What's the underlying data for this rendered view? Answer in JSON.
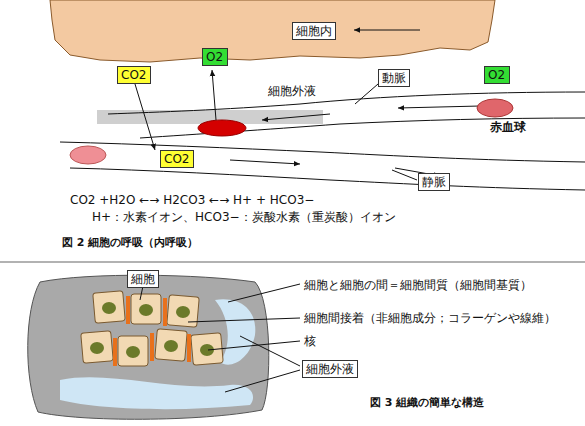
{
  "diagram": {
    "nodes": [
      {
        "text": [
          "細胞内"
        ]
      },
      {
        "text": [
          "CO2"
        ]
      },
      {
        "text": [
          "O2"
        ]
      },
      {
        "text": [
          "動脈"
        ]
      },
      {
        "text": [
          "O2"
        ]
      },
      {
        "text": [
          "CO2"
        ]
      },
      {
        "text": [
          "静脈"
        ]
      },
      {
        "text": [
          "細胞"
        ]
      },
      {
        "text": [
          "細胞外液"
        ]
      }
    ],
    "labels": [
      "細胞外液",
      "赤血球",
      "CO2 +H2O ←→ H2CO3 ←→ H+ + HCO3−",
      "H+：水素イオン、HCO3−：炭酸水素（重炭酸）イオン",
      "図 2 細胞の呼吸（内呼吸）",
      "細胞と細胞の間＝細胞間質（細胞間基質）",
      "細胞間接着（非細胞成分；コラーゲンや線維）",
      "核",
      "図 3 組織の簡単な構造"
    ]
  }
}
